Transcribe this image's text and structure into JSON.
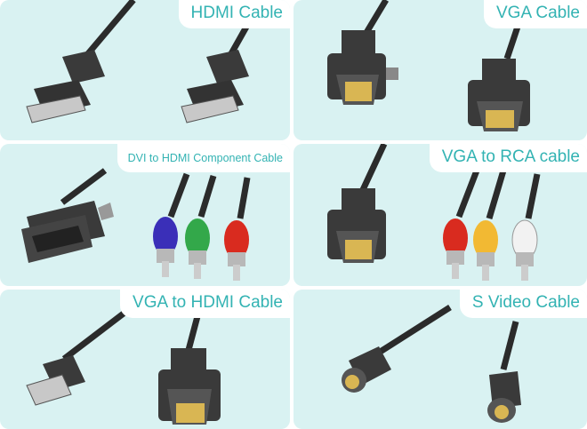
{
  "colors": {
    "panel_bg": "#d9f2f2",
    "label_text": "#33b3b3",
    "connector_body": "#3a3a3a",
    "gold_pins": "#d9b653",
    "rca_blue": "#3a2fb8",
    "rca_green": "#33a84a",
    "rca_red": "#d92b1f",
    "rca_yellow": "#f2b933",
    "rca_white": "#f2f2f2"
  },
  "panels": [
    {
      "label": "HDMI Cable",
      "connectors": [
        "hdmi-plug",
        "hdmi-plug"
      ]
    },
    {
      "label": "VGA Cable",
      "connectors": [
        "vga-plug",
        "vga-plug"
      ]
    },
    {
      "label": "DVI to HDMI Component Cable",
      "connectors": [
        "dvi-plug",
        "rca-blue",
        "rca-green",
        "rca-red"
      ]
    },
    {
      "label": "VGA to RCA cable",
      "connectors": [
        "vga-plug",
        "rca-red",
        "rca-yellow",
        "rca-white"
      ]
    },
    {
      "label": "VGA to HDMI Cable",
      "connectors": [
        "hdmi-plug",
        "vga-plug"
      ]
    },
    {
      "label": "S Video Cable",
      "connectors": [
        "svideo-plug",
        "svideo-plug"
      ]
    }
  ]
}
